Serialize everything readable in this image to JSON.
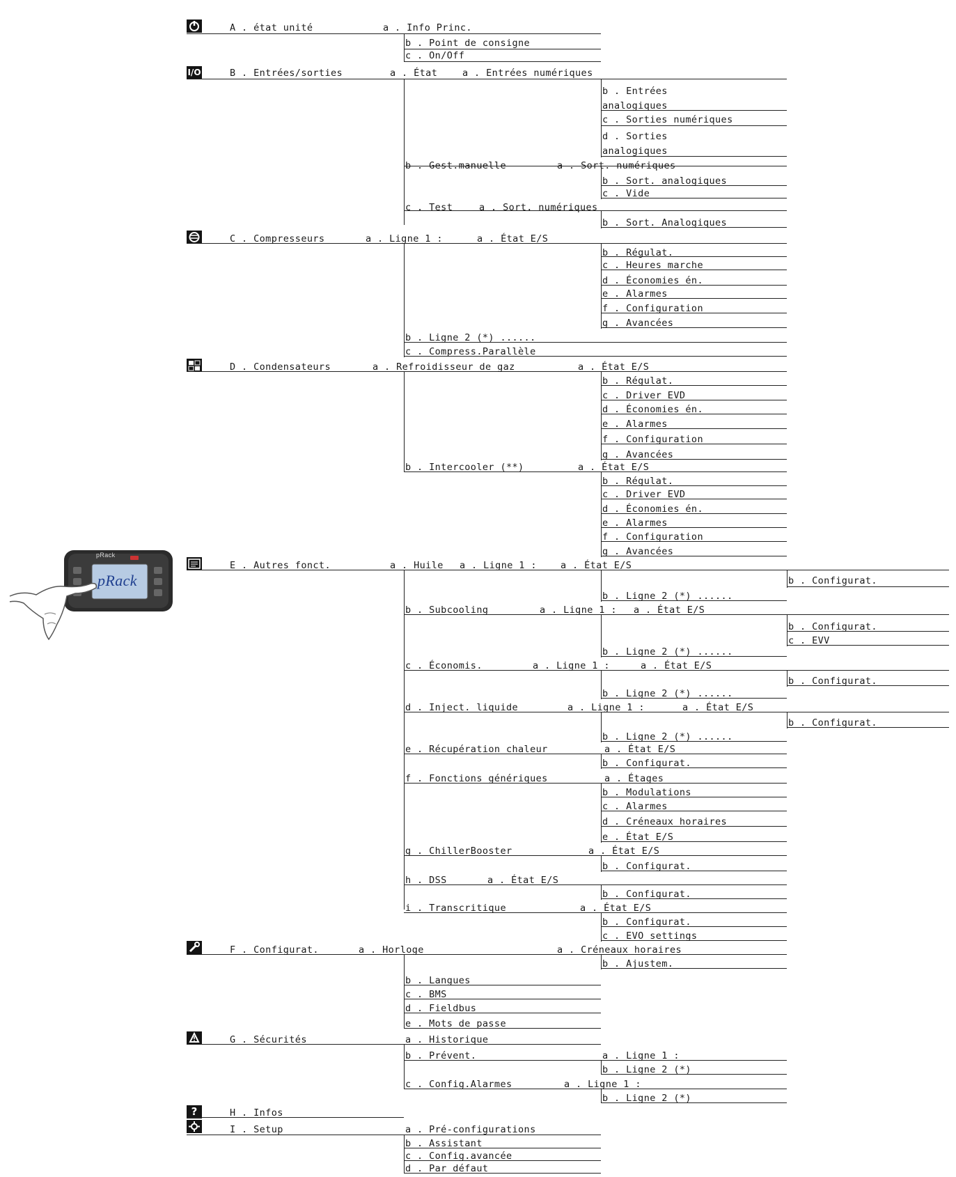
{
  "device": {
    "brand": "pRack",
    "screen_text": "pRack"
  },
  "colors": {
    "line": "#222222",
    "icon_bg": "#141414",
    "text": "#1a1a1a"
  },
  "menu": {
    "A": {
      "icon": "power-icon",
      "label": "A . état unité",
      "sub": [
        {
          "label": "a . Info Princ."
        },
        {
          "label": "b . Point de consigne"
        },
        {
          "label": "c . On/Off"
        }
      ]
    },
    "B": {
      "icon": "io-icon",
      "icon_text": "I/O",
      "label": "B . Entrées/sorties",
      "sub": [
        {
          "label": "a . État",
          "sub": [
            "a . Entrées numériques",
            "b . Entrées analogiques",
            "c . Sorties numériques",
            "d . Sorties analogiques"
          ]
        },
        {
          "label": "b .  Gest.manuelle",
          "sub": [
            "a . Sort. numériques",
            "b . Sort. analogiques",
            "c . Vide"
          ]
        },
        {
          "label": "c . Test",
          "sub": [
            "a . Sort. numériques",
            "b . Sort. Analogiques"
          ]
        }
      ]
    },
    "C": {
      "icon": "compressor-icon",
      "label": "C . Compresseurs",
      "sub": [
        {
          "label": "a . Ligne 1 :",
          "sub": [
            "a . État E/S",
            "b . Régulat.",
            "c . Heures marche",
            "d . Économies én.",
            "e . Alarmes",
            "f . Configuration",
            "g . Avancées"
          ]
        },
        {
          "label": "b . Ligne 2 (*) ......"
        },
        {
          "label": "c . Compress.Parallèle"
        }
      ]
    },
    "D": {
      "icon": "condenser-icon",
      "label": "D . Condensateurs",
      "sub": [
        {
          "label": "a . Refroidisseur de gaz",
          "sub": [
            "a . État E/S",
            "b . Régulat.",
            "c . Driver EVD",
            "d . Économies én.",
            "e . Alarmes",
            "f . Configuration",
            "g . Avancées"
          ]
        },
        {
          "label": "b . Intercooler (**)",
          "sub": [
            "a . État E/S",
            "b . Régulat.",
            "c . Driver EVD",
            "d . Économies én.",
            "e . Alarmes",
            "f . Configuration",
            "g . Avancées"
          ]
        }
      ]
    },
    "E": {
      "icon": "other-functions-icon",
      "label": "E . Autres fonct.",
      "sub": [
        {
          "label": "a . Huile",
          "line1": "a . Ligne 1 :",
          "line1_sub": [
            "a . État E/S",
            "b . Configurat."
          ],
          "line2": "b . Ligne 2 (*) ......"
        },
        {
          "label": "b . Subcooling",
          "line1": "a . Ligne 1 :",
          "line1_sub": [
            "a . État E/S",
            "b . Configurat.",
            "c . EVV"
          ],
          "line2": "b . Ligne 2 (*) ......"
        },
        {
          "label": "c . Économis.",
          "line1": "a . Ligne 1 :",
          "line1_sub": [
            "a . État E/S",
            "b . Configurat."
          ],
          "line2": "b . Ligne 2 (*) ......"
        },
        {
          "label": "d . Inject. liquide",
          "line1": "a . Ligne 1 :",
          "line1_sub": [
            "a . État E/S",
            "b . Configurat."
          ],
          "line2": "b . Ligne 2 (*) ......"
        },
        {
          "label": "e . Récupération chaleur",
          "sub": [
            "a . État E/S",
            "b . Configurat."
          ]
        },
        {
          "label": "f . Fonctions génériques",
          "sub": [
            "a . Étages",
            "b . Modulations",
            "c . Alarmes",
            "d . Créneaux horaires",
            "e . État E/S"
          ]
        },
        {
          "label": "g . ChillerBooster",
          "sub": [
            "a . État E/S",
            "b . Configurat."
          ]
        },
        {
          "label": "h . DSS",
          "sub": [
            "a . État E/S",
            "b . Configurat."
          ]
        },
        {
          "label": "i . Transcritique",
          "sub": [
            "a . État E/S",
            "b . Configurat.",
            "c . EVO settings"
          ]
        }
      ]
    },
    "F": {
      "icon": "wrench-icon",
      "label": "F . Configurat.",
      "sub": [
        {
          "label": "a . Horloge",
          "sub": [
            "a . Créneaux horaires",
            "b . Ajustem."
          ]
        },
        {
          "label": "b . Langues"
        },
        {
          "label": "c . BMS"
        },
        {
          "label": "d . Fieldbus"
        },
        {
          "label": "e . Mots de passe"
        }
      ]
    },
    "G": {
      "icon": "alarm-bell-icon",
      "label": "G . Sécurités",
      "sub": [
        {
          "label": "a . Historique"
        },
        {
          "label": "b . Prévent.",
          "sub": [
            "a . Ligne 1 :",
            "b . Ligne 2 (*)"
          ]
        },
        {
          "label": "c . Config.Alarmes",
          "sub": [
            "a . Ligne 1 :",
            "b . Ligne 2 (*)"
          ]
        }
      ]
    },
    "H": {
      "icon": "help-icon",
      "icon_text": "?",
      "label": "H . Infos"
    },
    "I": {
      "icon": "setup-icon",
      "label": "I . Setup",
      "sub": [
        {
          "label": "a . Pré-configurations"
        },
        {
          "label": "b . Assistant"
        },
        {
          "label": "c . Config.avancée"
        },
        {
          "label": "d . Par défaut"
        }
      ]
    }
  }
}
